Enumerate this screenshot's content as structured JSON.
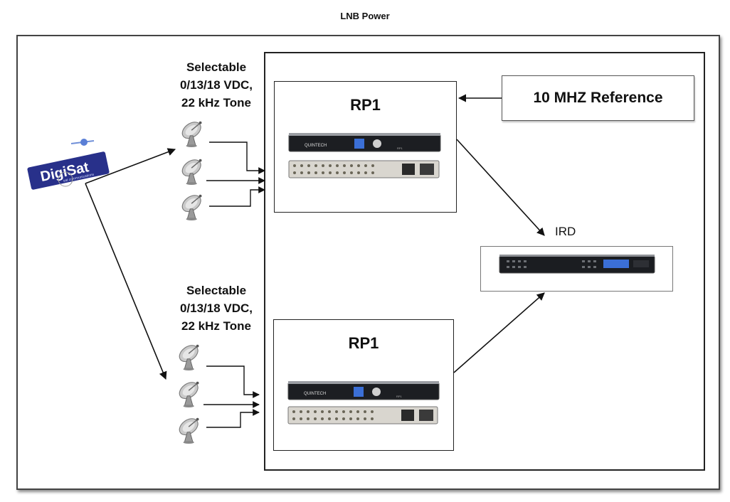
{
  "title": "LNB Power",
  "lnb_options": {
    "top": [
      "Selectable",
      "0/13/18 VDC,",
      "22 kHz Tone"
    ],
    "bottom": [
      "Selectable",
      "0/13/18 VDC,",
      "22 kHz Tone"
    ]
  },
  "rp1_top": {
    "label": "RP1",
    "front_brand": "QUINTECH",
    "front_model": "RP1"
  },
  "rp1_bottom": {
    "label": "RP1",
    "front_brand": "QUINTECH",
    "front_model": "RP1"
  },
  "reference": {
    "label": "10 MHZ Reference"
  },
  "ird": {
    "label": "IRD"
  },
  "satellite_logo": {
    "text": "DigiSat",
    "subtext": "sat communications"
  },
  "colors": {
    "line": "#111111",
    "rack_dark": "#1c1e22",
    "rack_light": "#d9d6cf",
    "logo_blue": "#28308a",
    "accent_blue": "#3b6fd6"
  }
}
